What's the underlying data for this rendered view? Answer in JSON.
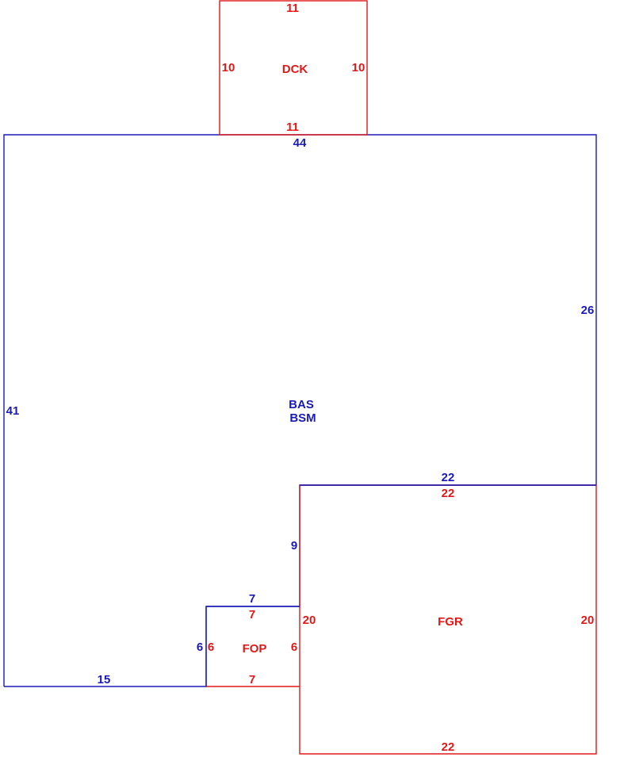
{
  "colors": {
    "main_structure": "#1a1ab8",
    "additions": "#e01818",
    "background": "#ffffff"
  },
  "areas": {
    "bas": "BAS",
    "bsm": "BSM",
    "dck": "DCK",
    "fop": "FOP",
    "fgr": "FGR"
  },
  "dimensions": {
    "dck_top": "11",
    "dck_left": "10",
    "dck_right": "10",
    "dck_bottom": "11",
    "bas_top": "44",
    "bas_right": "26",
    "bas_left": "41",
    "bas_step_top": "22",
    "bas_step_vertical": "9",
    "bas_fop_top": "7",
    "bas_fop_left": "6",
    "bas_bottom": "15",
    "fgr_top": "22",
    "fgr_left": "20",
    "fgr_right": "20",
    "fgr_bottom": "22",
    "fop_top": "7",
    "fop_left": "6",
    "fop_right": "6",
    "fop_bottom": "7"
  }
}
